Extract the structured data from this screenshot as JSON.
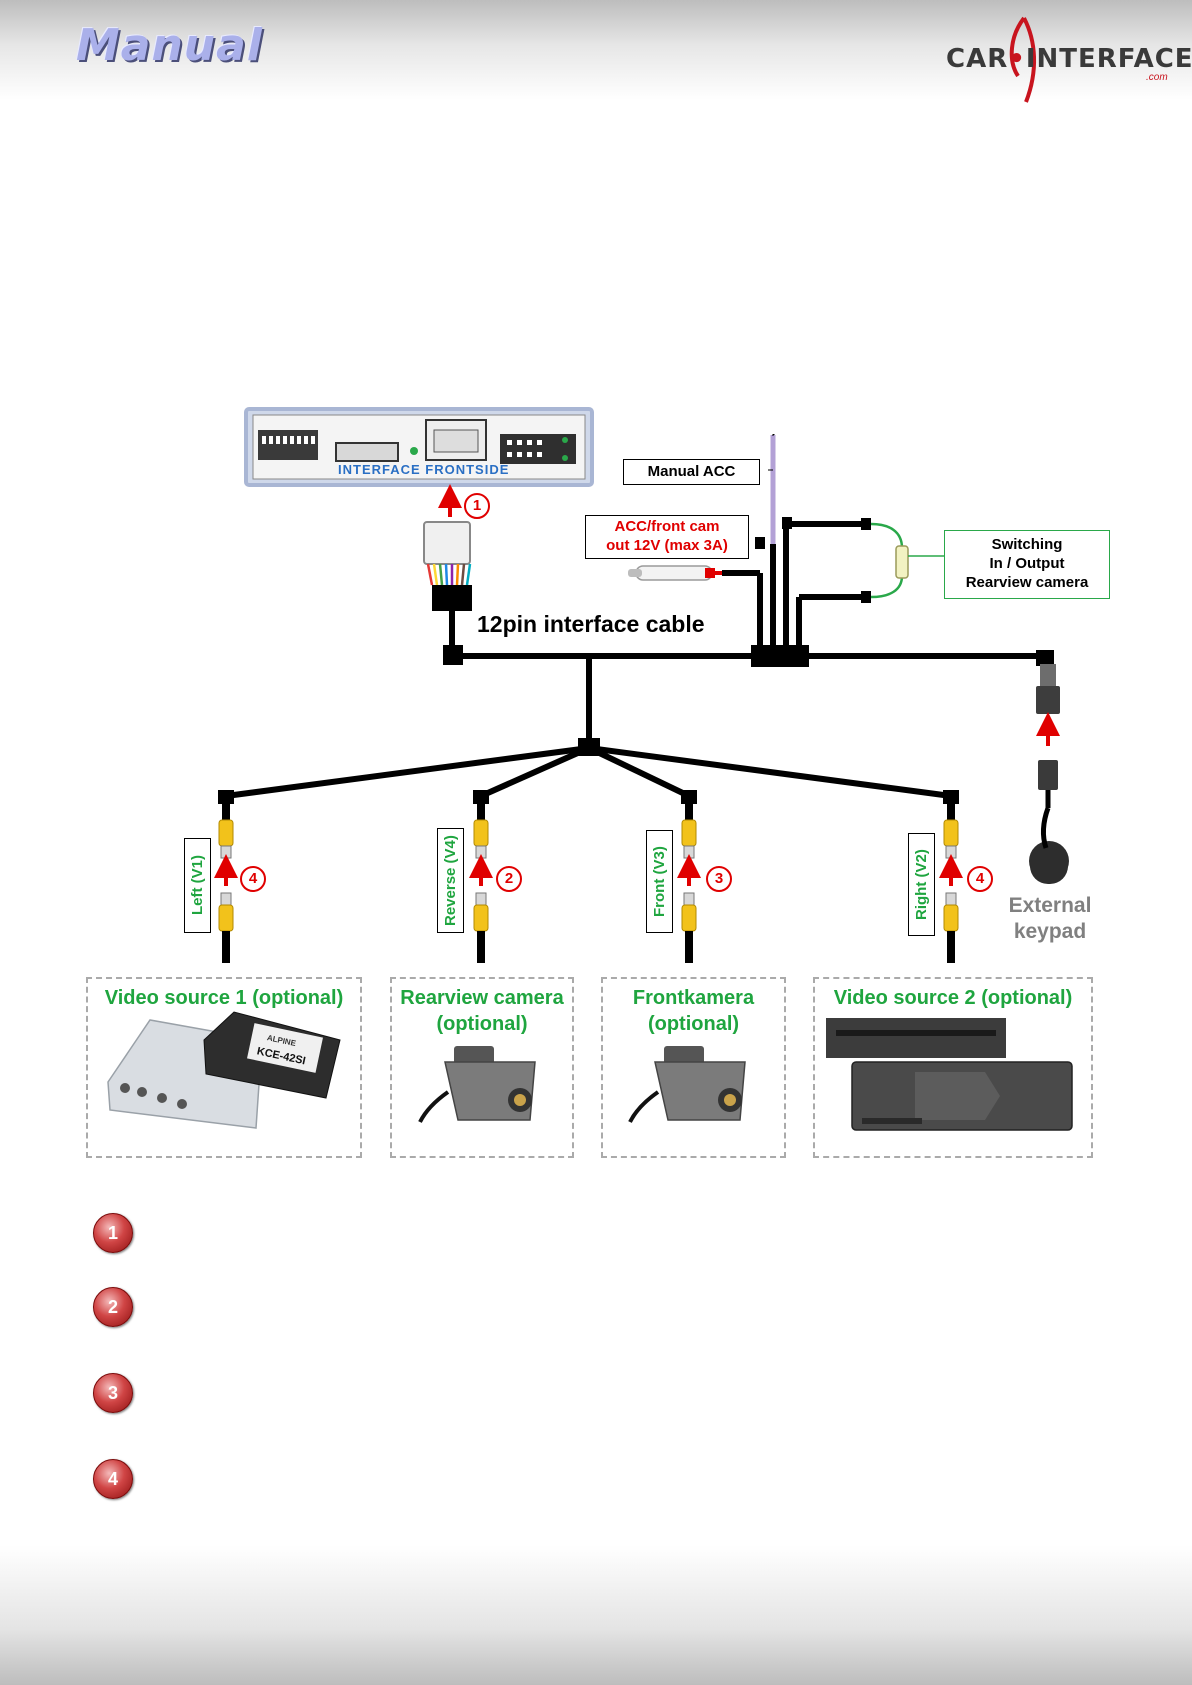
{
  "header": {
    "title": "Manual",
    "logo": {
      "part1": "CAR",
      "part2": "INTERFACE",
      "suffix": ".com"
    }
  },
  "diagram": {
    "module_label": "INTERFACE FRONTSIDE",
    "cable_label": "12pin interface cable",
    "manual_acc": "Manual ACC",
    "acc_out": {
      "line1": "ACC/front cam",
      "line2": "out  12V (max 3A)"
    },
    "switching": {
      "line1": "Switching",
      "line2": "In / Output",
      "line3": "Rearview camera"
    },
    "external_keypad": {
      "line1": "External",
      "line2": "keypad"
    },
    "inputs": [
      {
        "label": "Left (V1)",
        "step": "4"
      },
      {
        "label": "Reverse (V4)",
        "step": "2"
      },
      {
        "label": "Front  (V3)",
        "step": "3"
      },
      {
        "label": "Right  (V2)",
        "step": "4"
      }
    ],
    "module_step": "1",
    "sources": [
      {
        "line1": "Video source 1 (optional)",
        "line2": ""
      },
      {
        "line1": "Rearview camera",
        "line2": "(optional)"
      },
      {
        "line1": "Frontkamera",
        "line2": "(optional)"
      },
      {
        "line1": "Video source 2 (optional)",
        "line2": ""
      }
    ],
    "device_label": "KCE-42SI",
    "device_brand": "ALPINE"
  },
  "legend": [
    "1",
    "2",
    "3",
    "4"
  ],
  "colors": {
    "cable": "#000000",
    "arrow": "#e00000",
    "green": "#1fa53f",
    "rca_yellow": "#f2c21b",
    "accent_blue": "#2a6fc4"
  }
}
